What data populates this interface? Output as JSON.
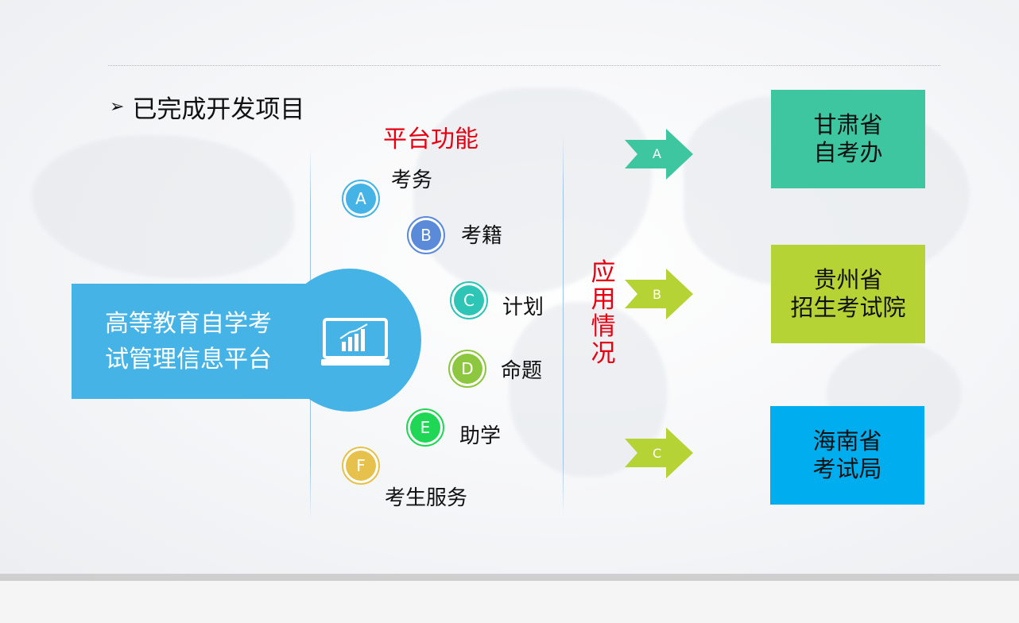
{
  "heading": {
    "bullet": "➢",
    "text": "已完成开发项目"
  },
  "platform_functions_title": "平台功能",
  "main_platform": {
    "line1": "高等教育自学考",
    "line2": "试管理信息平台",
    "icon": "laptop-chart-icon",
    "color": "#46b3e6"
  },
  "functions": [
    {
      "letter": "A",
      "label": "考务",
      "color": "#46b3e6"
    },
    {
      "letter": "B",
      "label": "考籍",
      "color": "#5b8ad9"
    },
    {
      "letter": "C",
      "label": "计划",
      "color": "#2ec4b6"
    },
    {
      "letter": "D",
      "label": "命题",
      "color": "#8dc63f"
    },
    {
      "letter": "E",
      "label": "助学",
      "color": "#1fd655"
    },
    {
      "letter": "F",
      "label": "考生服务",
      "color": "#e6c24c"
    }
  ],
  "application_title": "应用情况",
  "applications": [
    {
      "letter": "A",
      "arrow_color": "#3ec6a0",
      "line1": "甘肃省",
      "line2": "自考办",
      "box_color": "#3ec6a0"
    },
    {
      "letter": "B",
      "arrow_color": "#b5d334",
      "line1": "贵州省",
      "line2": "招生考试院",
      "box_color": "#b5d334"
    },
    {
      "letter": "C",
      "arrow_color": "#b5d334",
      "line1": "海南省",
      "line2": "考试局",
      "box_color": "#00aeef"
    }
  ]
}
